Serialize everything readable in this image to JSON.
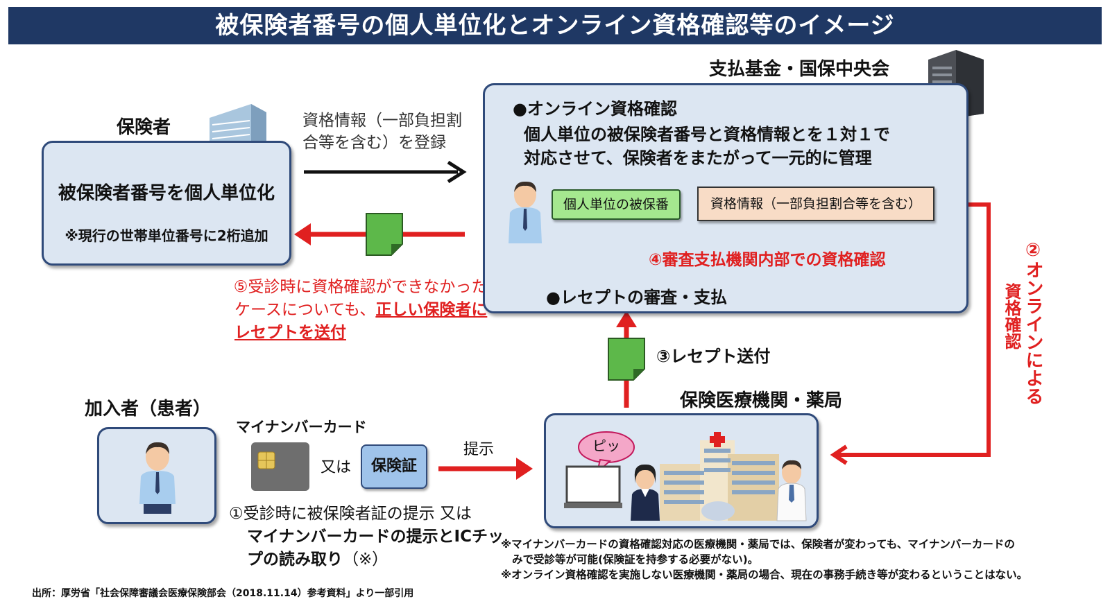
{
  "title": "被保険者番号の個人単位化とオンライン資格確認等のイメージ",
  "insurer": {
    "label": "保険者",
    "main": "被保険者番号を個人単位化",
    "sub": "※現行の世帯単位番号に2桁追加"
  },
  "register_note": {
    "line1": "資格情報（一部負担割",
    "line2": "合等を含む）を登録"
  },
  "fund": {
    "label": "支払基金・国保中央会",
    "online_heading": "●オンライン資格確認",
    "desc_line1": "個人単位の被保険者番号と資格情報とを１対１で",
    "desc_line2": "対応させて、保険者をまたがって一元的に管理",
    "green_box": "個人単位の被保番",
    "peach_box": "資格情報（一部負担割合等を含む）",
    "step4": "④審査支払機関内部での資格確認",
    "receipt_heading": "●レセプトの審査・支払"
  },
  "step5": {
    "line1": "⑤受診時に資格確認ができなかった",
    "line2_plain": "ケースについても、",
    "line2_emph": "正しい保険者に",
    "line3": "レセプトを送付"
  },
  "step3": "③レセプト送付",
  "step2": {
    "main": "②オンラインによる",
    "sub": "資格確認"
  },
  "hospital": {
    "label": "保険医療機関・薬局",
    "bubble": "ピッ"
  },
  "patient": {
    "label": "加入者（患者）"
  },
  "card": {
    "label": "マイナンバーカード",
    "or": "又は",
    "hoken": "保険証",
    "present": "提示"
  },
  "step1": {
    "line1": "①受診時に被保険者証の提示 又は",
    "line2": "マイナンバーカードの提示とICチッ",
    "line3_bold": "プの読み取り",
    "line3_plain": "（※）"
  },
  "notes": {
    "n1a": "※マイナンバーカードの資格確認対応の医療機関・薬局では、保険者が変わっても、マイナンバーカードの",
    "n1b": "みで受診等が可能(保険証を持参する必要がない)。",
    "n2": "※オンライン資格確認を実施しない医療機関・薬局の場合、現在の事務手続き等が変わるということはない。"
  },
  "source": "出所：厚労省「社会保障審議会医療保険部会（2018.11.14）参考資料」より一部引用",
  "colors": {
    "navy": "#1f3864",
    "red": "#e02020",
    "panel": "#dce6f2",
    "green": "#a5e88f",
    "peach": "#f8dcc6"
  }
}
